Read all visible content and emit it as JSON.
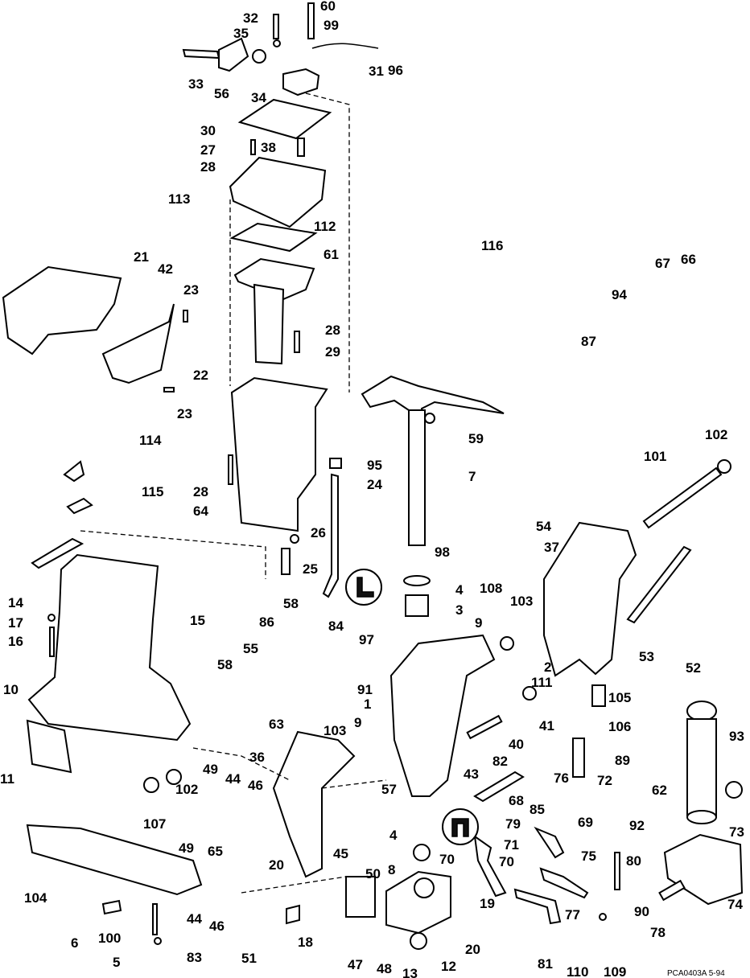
{
  "diagram": {
    "labels": [
      {
        "t": "32"
      },
      {
        "t": "60"
      },
      {
        "t": "99"
      },
      {
        "t": "35"
      },
      {
        "t": "96"
      },
      {
        "t": "33"
      },
      {
        "t": "56"
      },
      {
        "t": "34"
      },
      {
        "t": "31"
      },
      {
        "t": "30"
      },
      {
        "t": "27"
      },
      {
        "t": "38"
      },
      {
        "t": "28"
      },
      {
        "t": "113"
      },
      {
        "t": "112"
      },
      {
        "t": "61"
      },
      {
        "t": "116"
      },
      {
        "t": "21"
      },
      {
        "t": "42"
      },
      {
        "t": "23"
      },
      {
        "t": "28"
      },
      {
        "t": "29"
      },
      {
        "t": "67"
      },
      {
        "t": "66"
      },
      {
        "t": "94"
      },
      {
        "t": "87"
      },
      {
        "t": "22"
      },
      {
        "t": "23"
      },
      {
        "t": "59"
      },
      {
        "t": "114"
      },
      {
        "t": "95"
      },
      {
        "t": "24"
      },
      {
        "t": "7"
      },
      {
        "t": "102"
      },
      {
        "t": "101"
      },
      {
        "t": "28"
      },
      {
        "t": "115"
      },
      {
        "t": "64"
      },
      {
        "t": "26"
      },
      {
        "t": "25"
      },
      {
        "t": "54"
      },
      {
        "t": "98"
      },
      {
        "t": "37"
      },
      {
        "t": "14"
      },
      {
        "t": "4"
      },
      {
        "t": "108"
      },
      {
        "t": "103"
      },
      {
        "t": "17"
      },
      {
        "t": "58"
      },
      {
        "t": "15"
      },
      {
        "t": "86"
      },
      {
        "t": "84"
      },
      {
        "t": "3"
      },
      {
        "t": "16"
      },
      {
        "t": "97"
      },
      {
        "t": "9"
      },
      {
        "t": "52"
      },
      {
        "t": "53"
      },
      {
        "t": "55"
      },
      {
        "t": "58"
      },
      {
        "t": "2"
      },
      {
        "t": "91"
      },
      {
        "t": "111"
      },
      {
        "t": "1"
      },
      {
        "t": "10"
      },
      {
        "t": "63"
      },
      {
        "t": "105"
      },
      {
        "t": "41"
      },
      {
        "t": "103"
      },
      {
        "t": "9"
      },
      {
        "t": "106"
      },
      {
        "t": "93"
      },
      {
        "t": "40"
      },
      {
        "t": "36"
      },
      {
        "t": "89"
      },
      {
        "t": "11"
      },
      {
        "t": "49"
      },
      {
        "t": "44"
      },
      {
        "t": "46"
      },
      {
        "t": "43"
      },
      {
        "t": "82"
      },
      {
        "t": "76"
      },
      {
        "t": "72"
      },
      {
        "t": "62"
      },
      {
        "t": "107"
      },
      {
        "t": "102"
      },
      {
        "t": "57"
      },
      {
        "t": "68"
      },
      {
        "t": "85"
      },
      {
        "t": "69"
      },
      {
        "t": "79"
      },
      {
        "t": "92"
      },
      {
        "t": "73"
      },
      {
        "t": "4"
      },
      {
        "t": "65"
      },
      {
        "t": "45"
      },
      {
        "t": "49"
      },
      {
        "t": "20"
      },
      {
        "t": "71"
      },
      {
        "t": "70"
      },
      {
        "t": "80"
      },
      {
        "t": "8"
      },
      {
        "t": "70"
      },
      {
        "t": "75"
      },
      {
        "t": "50"
      },
      {
        "t": "104"
      },
      {
        "t": "44"
      },
      {
        "t": "46"
      },
      {
        "t": "19"
      },
      {
        "t": "77"
      },
      {
        "t": "6"
      },
      {
        "t": "90"
      },
      {
        "t": "78"
      },
      {
        "t": "74"
      },
      {
        "t": "100"
      },
      {
        "t": "51"
      },
      {
        "t": "18"
      },
      {
        "t": "20"
      },
      {
        "t": "81"
      },
      {
        "t": "110"
      },
      {
        "t": "109"
      },
      {
        "t": "5"
      },
      {
        "t": "83"
      },
      {
        "t": "47"
      },
      {
        "t": "48"
      },
      {
        "t": "12"
      },
      {
        "t": "13"
      }
    ],
    "footer": "PCA0403A   5-94",
    "icon": "grease-gun-icon"
  }
}
